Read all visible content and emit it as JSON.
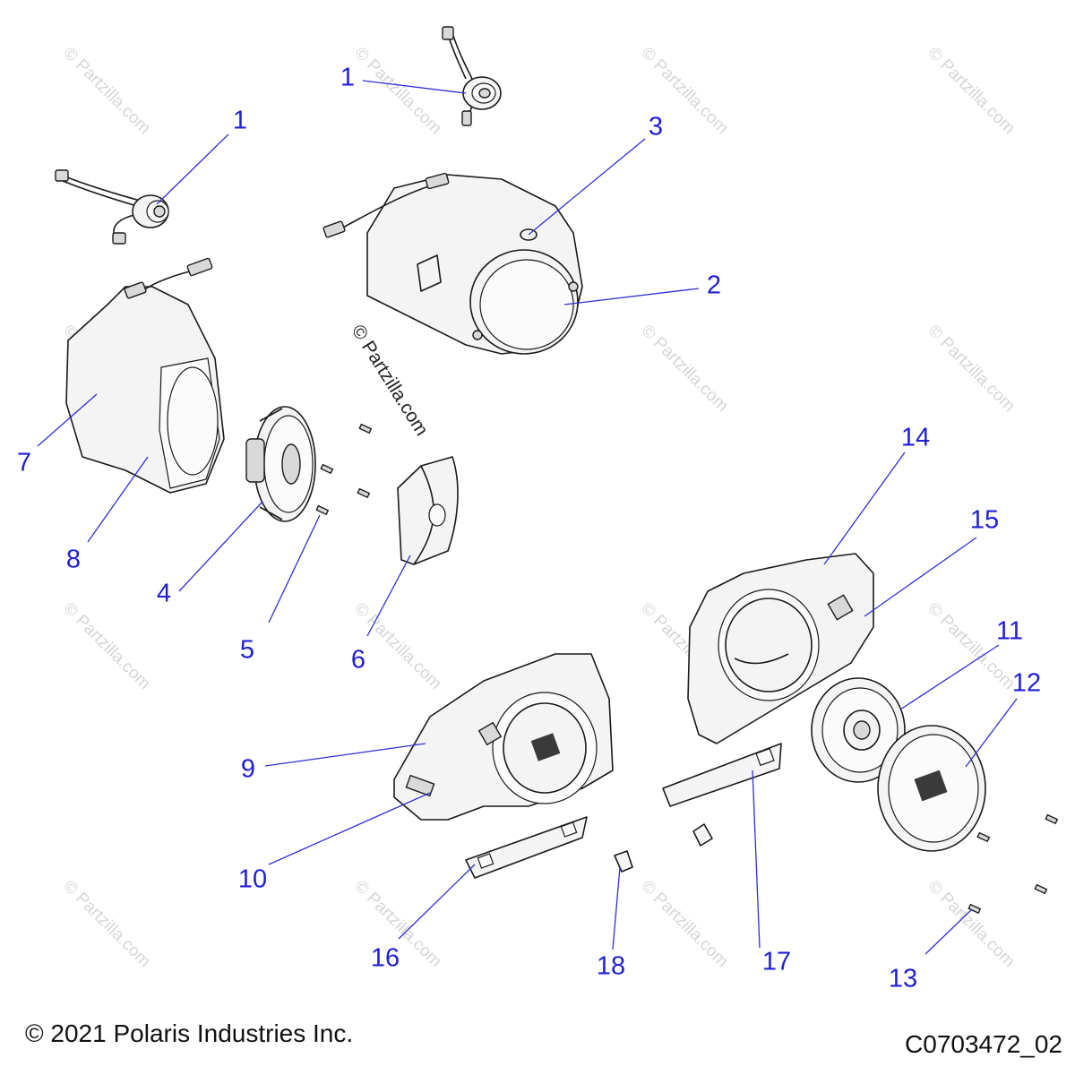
{
  "watermark": "© Partzilla.com",
  "copyright": "© 2021 Polaris Industries Inc.",
  "diagram_code": "C0703472_02",
  "callouts": [
    "1",
    "1",
    "2",
    "3",
    "4",
    "5",
    "6",
    "7",
    "8",
    "9",
    "10",
    "11",
    "12",
    "13",
    "14",
    "15",
    "16",
    "17",
    "18"
  ]
}
